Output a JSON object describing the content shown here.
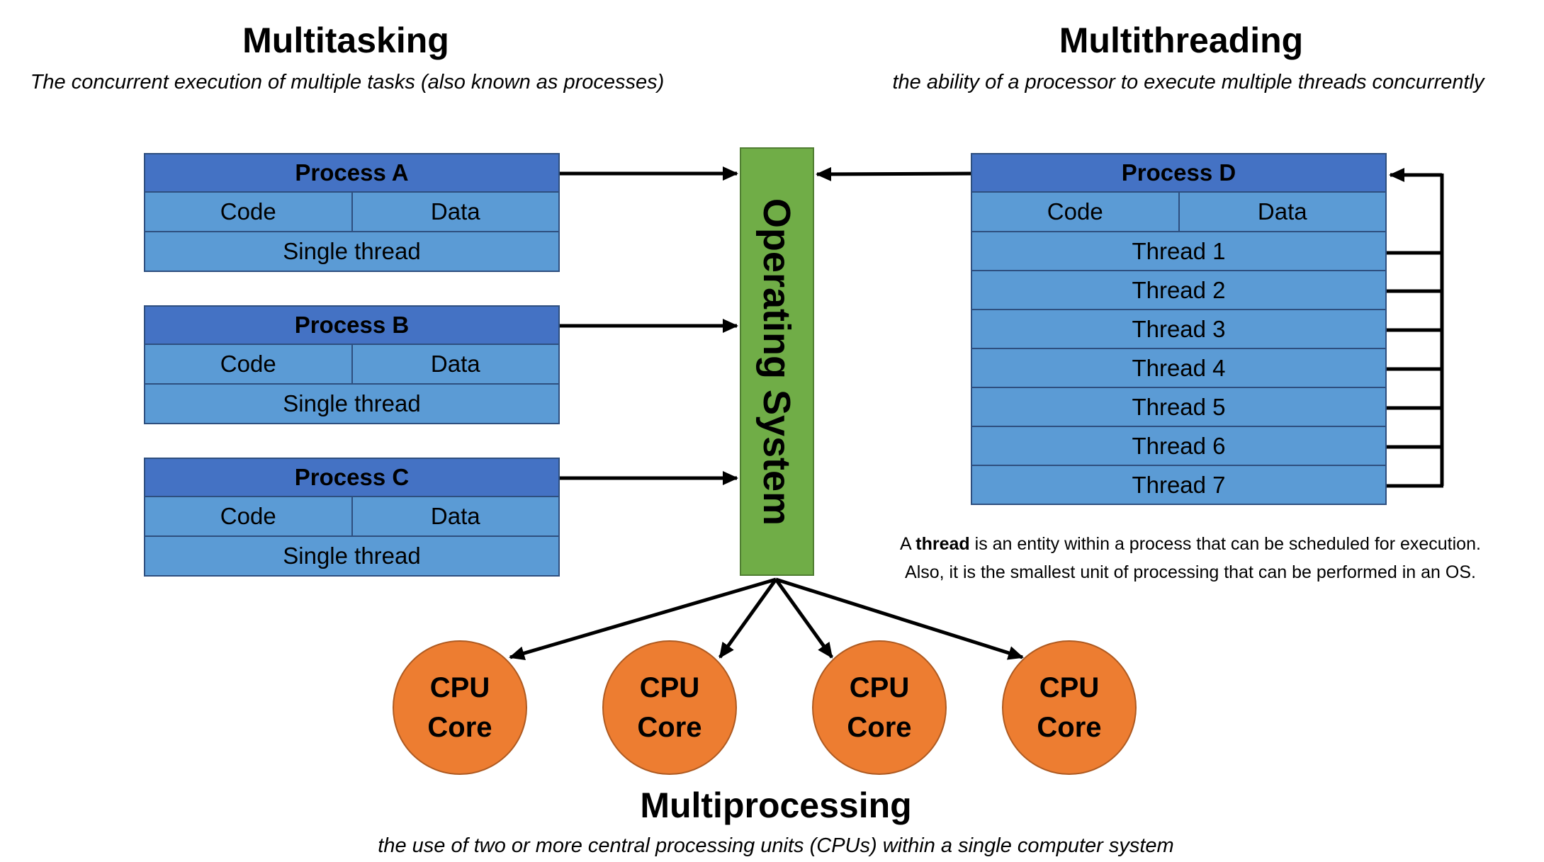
{
  "multitasking": {
    "title": "Multitasking",
    "subtitle": "The concurrent execution of multiple tasks (also known as processes)"
  },
  "multithreading": {
    "title": "Multithreading",
    "subtitle": "the ability of a processor to execute multiple threads concurrently"
  },
  "multiprocessing": {
    "title": "Multiprocessing",
    "subtitle": "the use of two or more central processing units (CPUs) within a single computer system"
  },
  "processes": [
    {
      "name": "Process A",
      "code": "Code",
      "data": "Data",
      "thread": "Single thread"
    },
    {
      "name": "Process B",
      "code": "Code",
      "data": "Data",
      "thread": "Single thread"
    },
    {
      "name": "Process C",
      "code": "Code",
      "data": "Data",
      "thread": "Single thread"
    }
  ],
  "process_d": {
    "name": "Process D",
    "code": "Code",
    "data": "Data",
    "threads": [
      "Thread 1",
      "Thread 2",
      "Thread 3",
      "Thread 4",
      "Thread 5",
      "Thread 6",
      "Thread 7"
    ]
  },
  "os": {
    "label": "Operating System"
  },
  "cpu_cores": [
    {
      "line1": "CPU",
      "line2": "Core"
    },
    {
      "line1": "CPU",
      "line2": "Core"
    },
    {
      "line1": "CPU",
      "line2": "Core"
    },
    {
      "line1": "CPU",
      "line2": "Core"
    }
  ],
  "thread_note": {
    "prefix": "A ",
    "bold": "thread",
    "rest": " is an entity within a process that can be scheduled for execution.",
    "line2": "Also, it is the smallest unit of processing that can be performed in an OS."
  },
  "colors": {
    "process_header": "#4472c4",
    "process_cell": "#5b9bd5",
    "os": "#70ad47",
    "cpu": "#ed7d31"
  }
}
